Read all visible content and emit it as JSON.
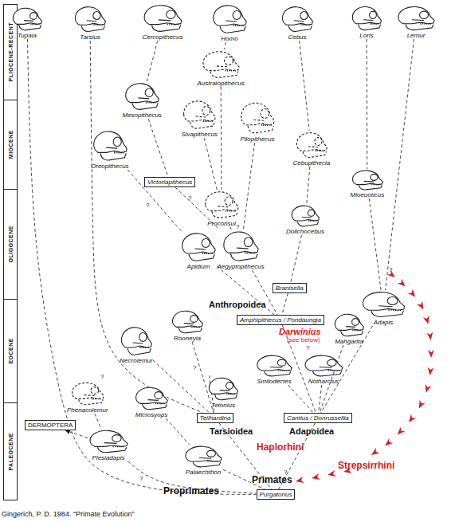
{
  "diagram": {
    "caption": "Gingerich, P. D. 1984. “Primate Evolution”",
    "nodes": [
      {
        "text": [
          "PLIOCENE-RECENT"
        ]
      },
      {
        "text": [
          "MIOCENE"
        ]
      },
      {
        "text": [
          "OLIGOCENE"
        ]
      },
      {
        "text": [
          "EOCENE"
        ]
      },
      {
        "text": [
          "PALEOCENE"
        ]
      },
      {
        "text": [
          "Tupaia"
        ]
      },
      {
        "text": [
          "Tarsius"
        ]
      },
      {
        "text": [
          "Cercopithecus"
        ]
      },
      {
        "text": [
          "Homo"
        ]
      },
      {
        "text": [
          "Cebus"
        ]
      },
      {
        "text": [
          "Loris"
        ]
      },
      {
        "text": [
          "Lemur"
        ]
      },
      {
        "text": [
          "Australopithecus"
        ]
      },
      {
        "text": [
          "Mesopithecus"
        ]
      },
      {
        "text": [
          "Sivapithecus"
        ]
      },
      {
        "text": [
          "Pliopithecus"
        ]
      },
      {
        "text": [
          "Oreopithecus"
        ]
      },
      {
        "text": [
          "Cebupithecia"
        ]
      },
      {
        "text": [
          "Mioeuoticus"
        ]
      },
      {
        "text": [
          "Victoriapithecus"
        ]
      },
      {
        "text": [
          "Proconsul"
        ]
      },
      {
        "text": [
          "Dolichocebus"
        ]
      },
      {
        "text": [
          "Apidium"
        ]
      },
      {
        "text": [
          "Aegyptopithecus"
        ]
      },
      {
        "text": [
          "Branisella"
        ]
      },
      {
        "text": [
          "Adapis"
        ]
      },
      {
        "text": [
          "Rooneyia"
        ]
      },
      {
        "text": [
          "Amphipithecus / Pondaungia"
        ]
      },
      {
        "text": [
          "Necrolemur"
        ]
      },
      {
        "text": [
          "Mahgarita"
        ]
      },
      {
        "text": [
          "Smilodectes"
        ]
      },
      {
        "text": [
          "Notharctus"
        ]
      },
      {
        "text": [
          "Phenacolemur"
        ]
      },
      {
        "text": [
          "Tetonius"
        ]
      },
      {
        "text": [
          "Microsyops"
        ]
      },
      {
        "text": [
          "Teilhardina"
        ]
      },
      {
        "text": [
          "Cantius / Donrussellia"
        ]
      },
      {
        "text": [
          "DERMOPTERA"
        ]
      },
      {
        "text": [
          "Plesiadapis"
        ]
      },
      {
        "text": [
          "Palaechthon"
        ]
      },
      {
        "text": [
          "Purgatorius"
        ]
      }
    ],
    "edges": [
      {
        "from": 5,
        "to": 40,
        "arrow": "none"
      },
      {
        "from": 6,
        "to": 35,
        "arrow": "none"
      },
      {
        "from": 7,
        "to": 13,
        "arrow": "none"
      },
      {
        "from": 13,
        "to": 19,
        "arrow": "none"
      },
      {
        "from": 8,
        "to": 12,
        "arrow": "none"
      },
      {
        "from": 12,
        "to": 20,
        "arrow": "none"
      },
      {
        "from": 14,
        "to": 20,
        "arrow": "none"
      },
      {
        "from": 15,
        "to": 23,
        "arrow": "none"
      },
      {
        "from": 20,
        "to": 23,
        "arrow": "none"
      },
      {
        "from": 19,
        "to": 23,
        "arrow": "none"
      },
      {
        "from": 16,
        "to": 22,
        "arrow": "none"
      },
      {
        "from": 9,
        "to": 17,
        "arrow": "none"
      },
      {
        "from": 17,
        "to": 21,
        "arrow": "none"
      },
      {
        "from": 21,
        "to": 24,
        "arrow": "none"
      },
      {
        "from": 22,
        "to": 27,
        "arrow": "none"
      },
      {
        "from": 23,
        "to": 27,
        "arrow": "none"
      },
      {
        "from": 24,
        "to": 27,
        "arrow": "none"
      },
      {
        "from": 27,
        "to": 36,
        "arrow": "none"
      },
      {
        "from": 10,
        "to": 18,
        "arrow": "none"
      },
      {
        "from": 18,
        "to": 25,
        "arrow": "none"
      },
      {
        "from": 11,
        "to": 25,
        "arrow": "none"
      },
      {
        "from": 25,
        "to": 36,
        "arrow": "none"
      },
      {
        "from": 29,
        "to": 36,
        "arrow": "none"
      },
      {
        "from": 30,
        "to": 36,
        "arrow": "none"
      },
      {
        "from": 31,
        "to": 36,
        "arrow": "none"
      },
      {
        "from": 28,
        "to": 35,
        "arrow": "none"
      },
      {
        "from": 26,
        "to": 35,
        "arrow": "none"
      },
      {
        "from": 33,
        "to": 35,
        "arrow": "none"
      },
      {
        "from": 35,
        "to": 40,
        "arrow": "none"
      },
      {
        "from": 36,
        "to": 40,
        "arrow": "none"
      },
      {
        "from": 32,
        "to": 38,
        "arrow": "none"
      },
      {
        "from": 34,
        "to": 39,
        "arrow": "none"
      },
      {
        "from": 38,
        "to": 37,
        "arrow": "to"
      },
      {
        "from": 38,
        "to": 40,
        "arrow": "none"
      },
      {
        "from": 39,
        "to": 40,
        "arrow": "none"
      }
    ],
    "labels": [
      "Anthropoidea",
      "Darwinius",
      "(see below)",
      "Tarsioidea",
      "Adapoidea",
      "Haplorhini",
      "Strepsirrhini",
      "Primates",
      "Proprimates",
      "?",
      "?",
      "?",
      "?",
      "?",
      "?",
      "?",
      "?",
      "?"
    ]
  }
}
